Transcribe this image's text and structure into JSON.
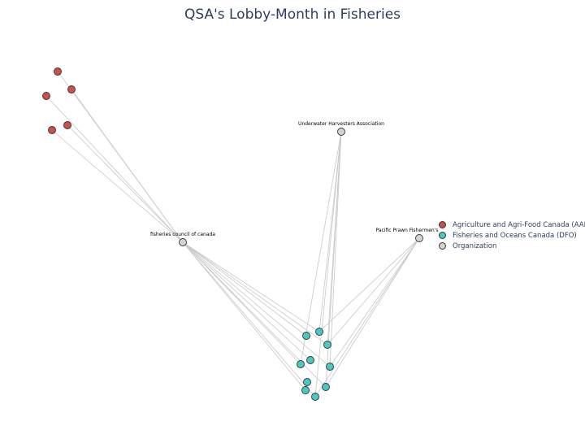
{
  "title": "QSA's Lobby-Month in Fisheries",
  "colors": {
    "aafc": "#c9504d",
    "dfo": "#4cc8c4",
    "organization": "#d3d3d3"
  },
  "legend": [
    {
      "label": "Agriculture and Agri-Food Canada (AAFC)",
      "color": "#c9504d"
    },
    {
      "label": "Fisheries and Oceans Canada (DFO)",
      "color": "#4cc8c4"
    },
    {
      "label": "Organization",
      "color": "#d3d3d3"
    }
  ],
  "organizations": [
    {
      "id": "fcc",
      "label": "fisheries council of canada"
    },
    {
      "id": "uha",
      "label": "Underwater Harvesters Association"
    },
    {
      "id": "ppf",
      "label": "Pacific Prawn Fishermen's"
    }
  ],
  "aafc_count": 5,
  "dfo_count": 10
}
